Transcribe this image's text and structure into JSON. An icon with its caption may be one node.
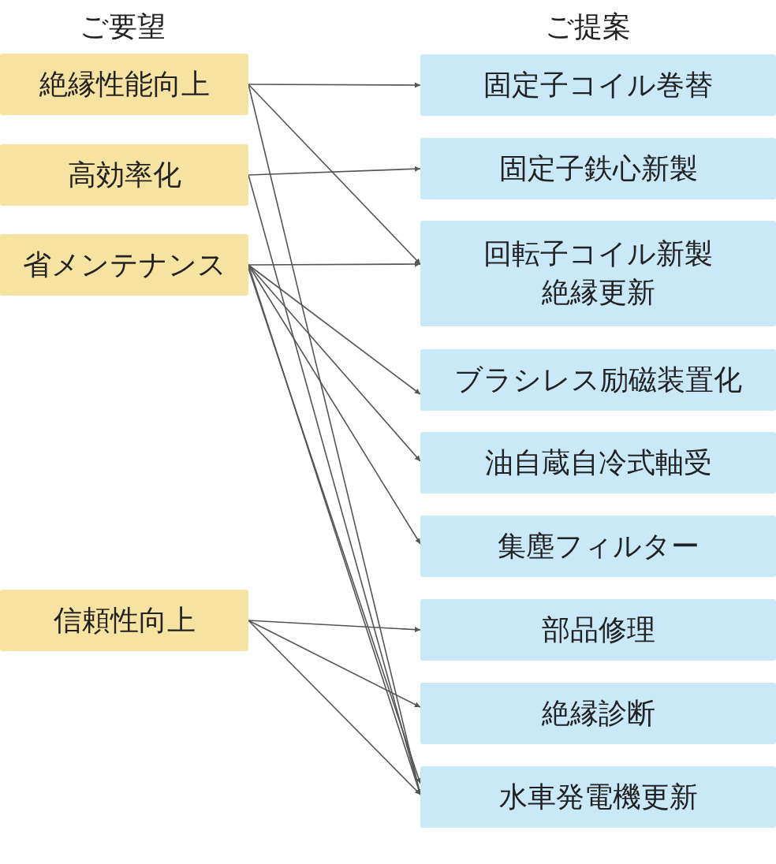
{
  "diagram": {
    "nodes": [
      {
        "text": [
          "絶縁性能向上"
        ]
      },
      {
        "text": [
          "高効率化"
        ]
      },
      {
        "text": [
          "省メンテナンス"
        ]
      },
      {
        "text": [
          "信頼性向上"
        ]
      },
      {
        "text": [
          "固定子コイル巻替"
        ]
      },
      {
        "text": [
          "固定子鉄心新製"
        ]
      },
      {
        "text": [
          "回転子コイル新製絶縁更新"
        ]
      },
      {
        "text": [
          "ブラシレス励磁装置化"
        ]
      },
      {
        "text": [
          "油自蔵自冷式軸受"
        ]
      },
      {
        "text": [
          "集塵フィルター"
        ]
      },
      {
        "text": [
          "部品修理"
        ]
      },
      {
        "text": [
          "絶縁診断"
        ]
      },
      {
        "text": [
          "水車発電機更新"
        ]
      }
    ],
    "edges": [
      {
        "from": 0,
        "to": 4,
        "arrow": "to"
      },
      {
        "from": 0,
        "to": 6,
        "arrow": "to"
      },
      {
        "from": 0,
        "to": 12,
        "arrow": "to"
      },
      {
        "from": 1,
        "to": 5,
        "arrow": "to"
      },
      {
        "from": 1,
        "to": 12,
        "arrow": "to"
      },
      {
        "from": 2,
        "to": 6,
        "arrow": "to"
      },
      {
        "from": 2,
        "to": 7,
        "arrow": "to"
      },
      {
        "from": 2,
        "to": 8,
        "arrow": "to"
      },
      {
        "from": 2,
        "to": 9,
        "arrow": "to"
      },
      {
        "from": 2,
        "to": 12,
        "arrow": "to"
      },
      {
        "from": 2,
        "to": 12,
        "arrow": "to"
      },
      {
        "from": 3,
        "to": 10,
        "arrow": "to"
      },
      {
        "from": 3,
        "to": 11,
        "arrow": "to"
      },
      {
        "from": 3,
        "to": 12,
        "arrow": "to"
      }
    ],
    "labels": [
      "ご要望",
      "ご提案"
    ]
  }
}
